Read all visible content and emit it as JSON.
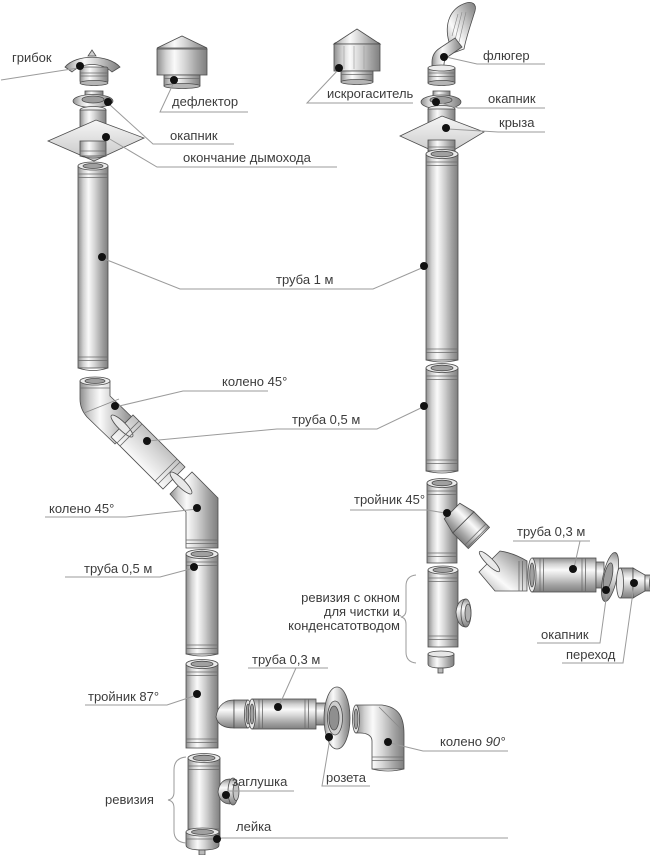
{
  "diagram": {
    "colors": {
      "text": "#3c3c3c",
      "leader": "#9b9b9b",
      "dot": "#111111"
    },
    "labels": {
      "gribok": "грибок",
      "deflektor": "дефлектор",
      "okapnik_left": "окапник",
      "okonchanie_dymohoda": "окончание дымохода",
      "truba_1m": "труба 1 м",
      "koleno45_top": "колено 45°",
      "truba_05_diag": "труба 0,5 м",
      "koleno45_left": "колено 45°",
      "truba_05_vert": "труба 0,5 м",
      "troynik_87": "тройник 87°",
      "truba_03_left": "труба 0,3 м",
      "rozeta": "розета",
      "koleno90_word": "колено",
      "koleno90_deg": "90°",
      "revizia": "ревизия",
      "zaglushka": "заглушка",
      "leyka": "лейка",
      "iskrogasitel": "искрогаситель",
      "flyuger": "флюгер",
      "okapnik_right_top": "окапник",
      "kryza": "крыза",
      "troynik_45": "тройник 45°",
      "truba_03_right": "труба 0,3 м",
      "revizia_okno_1": "ревизия с окном",
      "revizia_okno_2": "для чистки и",
      "revizia_okno_3": "конденсатотводом",
      "okapnik_right_bottom": "окапник",
      "perekhod": "переход"
    }
  }
}
